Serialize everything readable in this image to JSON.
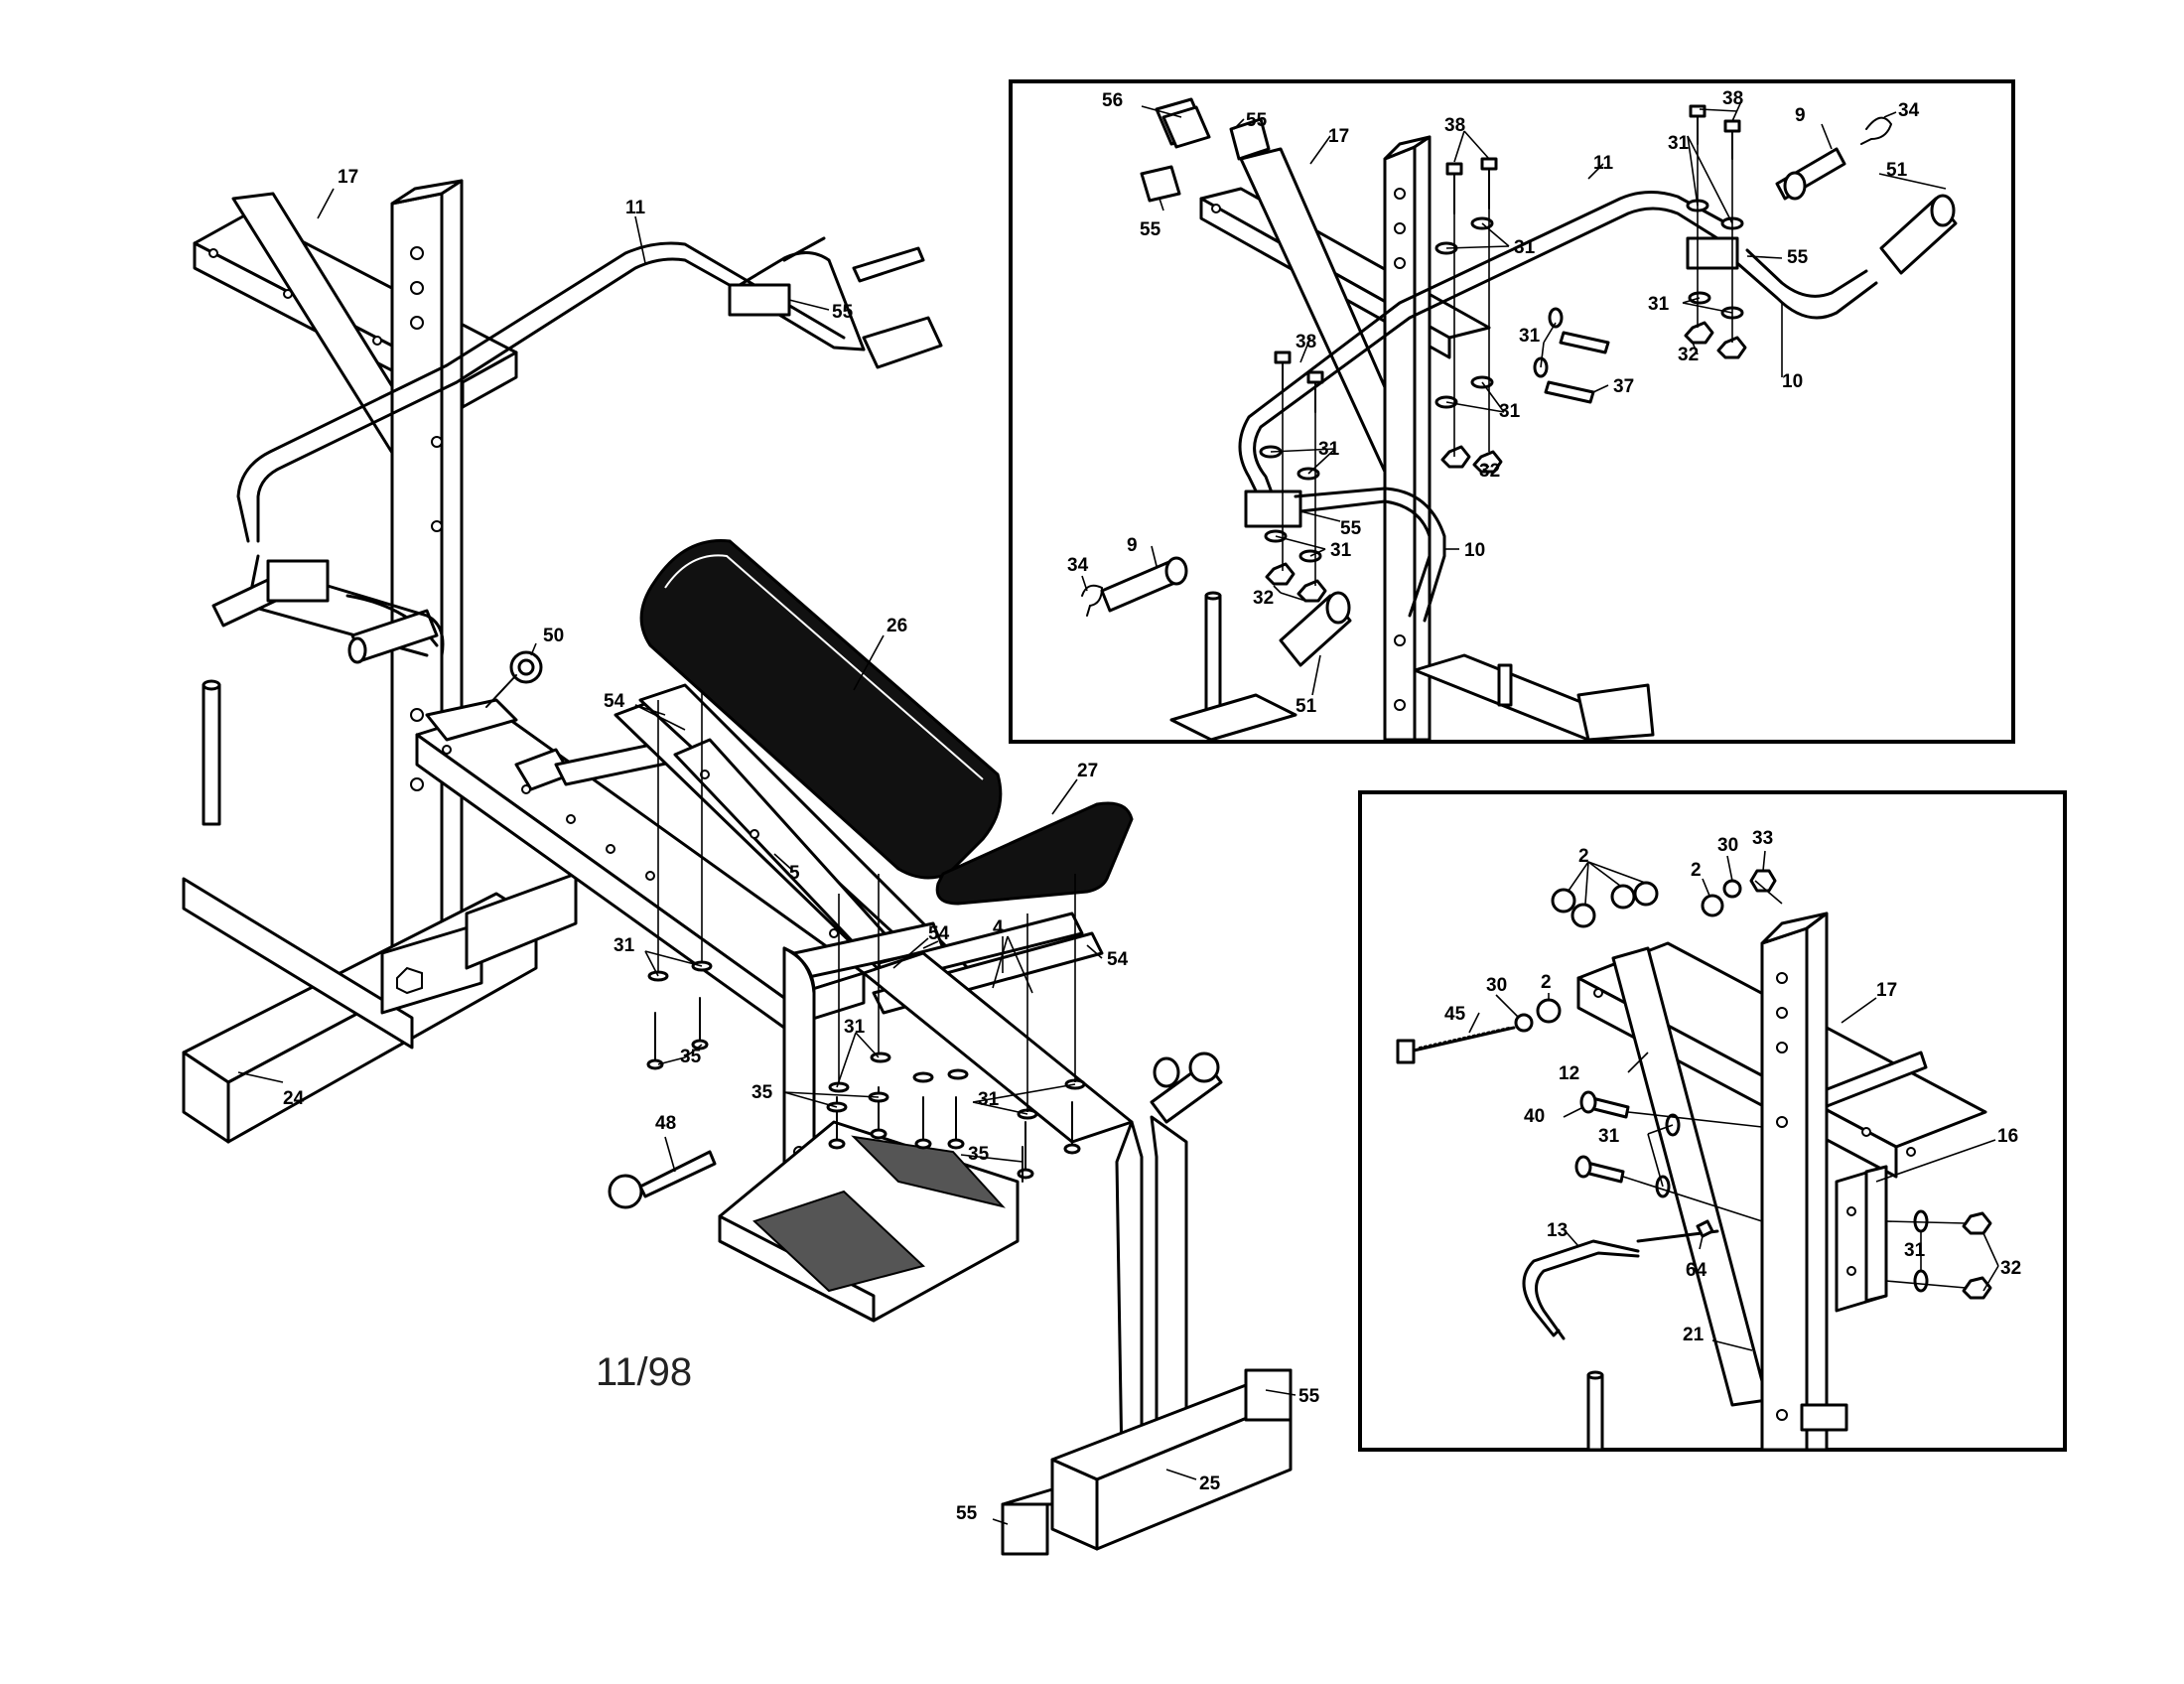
{
  "date_code": "11/98",
  "main_view": {
    "labels": [
      "17",
      "11",
      "55",
      "50",
      "26",
      "54",
      "27",
      "5",
      "4",
      "54",
      "54",
      "31",
      "35",
      "31",
      "35",
      "31",
      "35",
      "48",
      "24",
      "55",
      "55",
      "25"
    ]
  },
  "upper_inset": {
    "labels": [
      "56",
      "55",
      "55",
      "17",
      "38",
      "38",
      "31",
      "9",
      "34",
      "11",
      "31",
      "31",
      "55",
      "51",
      "31",
      "32",
      "10",
      "37",
      "31",
      "32",
      "38",
      "31",
      "55",
      "10",
      "9",
      "34",
      "31",
      "32",
      "51"
    ]
  },
  "lower_inset": {
    "labels": [
      "2",
      "30",
      "33",
      "2",
      "45",
      "30",
      "2",
      "17",
      "12",
      "40",
      "31",
      "16",
      "13",
      "64",
      "31",
      "32",
      "21"
    ]
  }
}
